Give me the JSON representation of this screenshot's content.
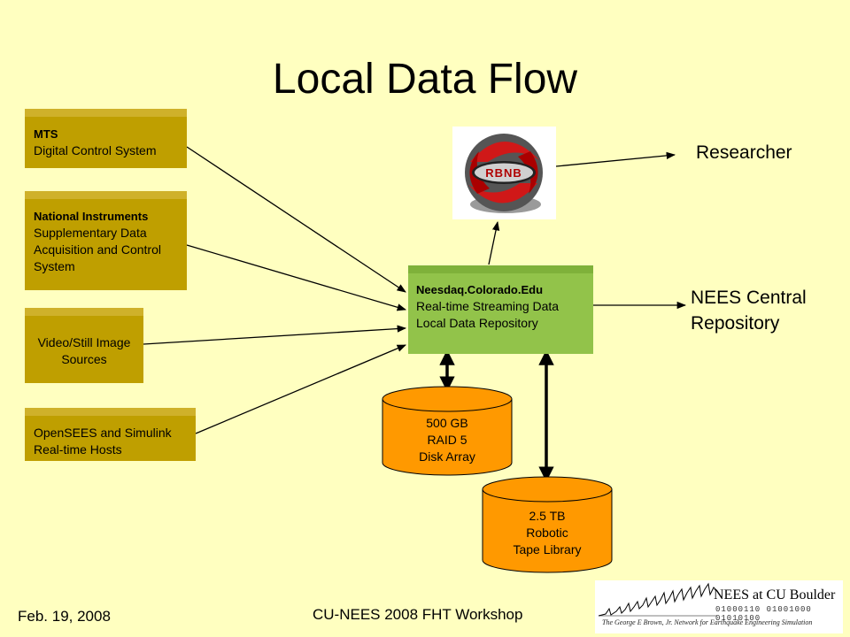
{
  "title": "Local Data Flow",
  "sources": {
    "mts": {
      "line1": "MTS",
      "line2": "Digital Control System"
    },
    "ni": {
      "line1": "National Instruments",
      "line2": "Supplementary Data",
      "line3": "Acquisition and Control",
      "line4": "System"
    },
    "video": {
      "line1": "Video/Still Image",
      "line2": "Sources"
    },
    "opensees": {
      "line1": "OpenSEES and Simulink",
      "line2": "Real-time Hosts"
    }
  },
  "hub": {
    "line1": "Neesdaq.Colorado.Edu",
    "line2": "Real-time Streaming Data",
    "line3": "Local Data Repository"
  },
  "rbnb": {
    "logo_text": "RBNB"
  },
  "outputs": {
    "researcher": "Researcher",
    "nees_line1": "NEES Central",
    "nees_line2": "Repository"
  },
  "storage": {
    "disk": {
      "line1": "500 GB",
      "line2": "RAID 5",
      "line3": "Disk Array"
    },
    "tape": {
      "line1": "2.5 TB",
      "line2": "Robotic",
      "line3": "Tape Library"
    }
  },
  "footer": {
    "date": "Feb. 19, 2008",
    "workshop": "CU-NEES 2008 FHT Workshop"
  },
  "logo": {
    "title": "NEES at CU Boulder",
    "binary": "01000110 01001000 01010100",
    "subtitle": "The George E Brown, Jr. Network for Earthquake Engineering Simulation"
  },
  "colors": {
    "background": "#ffffc0",
    "source_box": "#bf9f00",
    "hub": "#92c34a",
    "cylinder": "#ff9900"
  }
}
